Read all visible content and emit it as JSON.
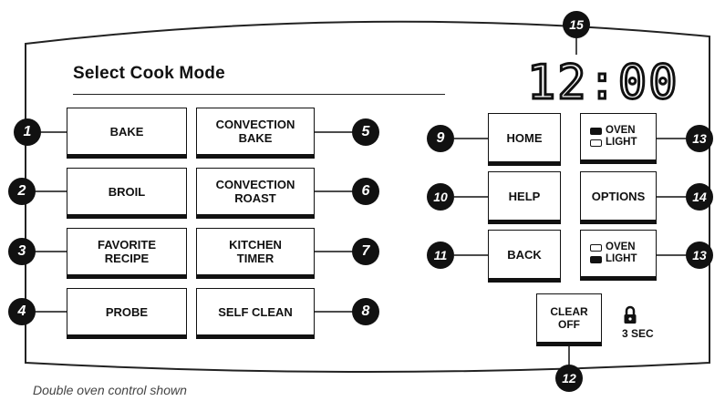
{
  "heading": "Select Cook Mode",
  "clock": "12:00",
  "buttons": {
    "bake": "Bake",
    "broil": "Broil",
    "favorite_recipe": [
      "Favorite",
      "Recipe"
    ],
    "probe": "Probe",
    "convection_bake": [
      "Convection",
      "Bake"
    ],
    "convection_roast": [
      "Convection",
      "Roast"
    ],
    "kitchen_timer": [
      "Kitchen",
      "Timer"
    ],
    "self_clean": "Self Clean",
    "home": "Home",
    "help": "Help",
    "back": "Back",
    "options": "Options",
    "upper_light": [
      "Oven",
      "Light"
    ],
    "lower_light": [
      "Oven",
      "Light"
    ],
    "clear_off": [
      "Clear",
      "Off"
    ]
  },
  "lock_label": "3 Sec",
  "footnote": "Double oven control shown",
  "callouts": [
    "1",
    "2",
    "3",
    "4",
    "5",
    "6",
    "7",
    "8",
    "9",
    "10",
    "11",
    "12",
    "13",
    "14",
    "13",
    "15"
  ],
  "colors": {
    "ink": "#111111",
    "panel_outline": "#222222"
  }
}
